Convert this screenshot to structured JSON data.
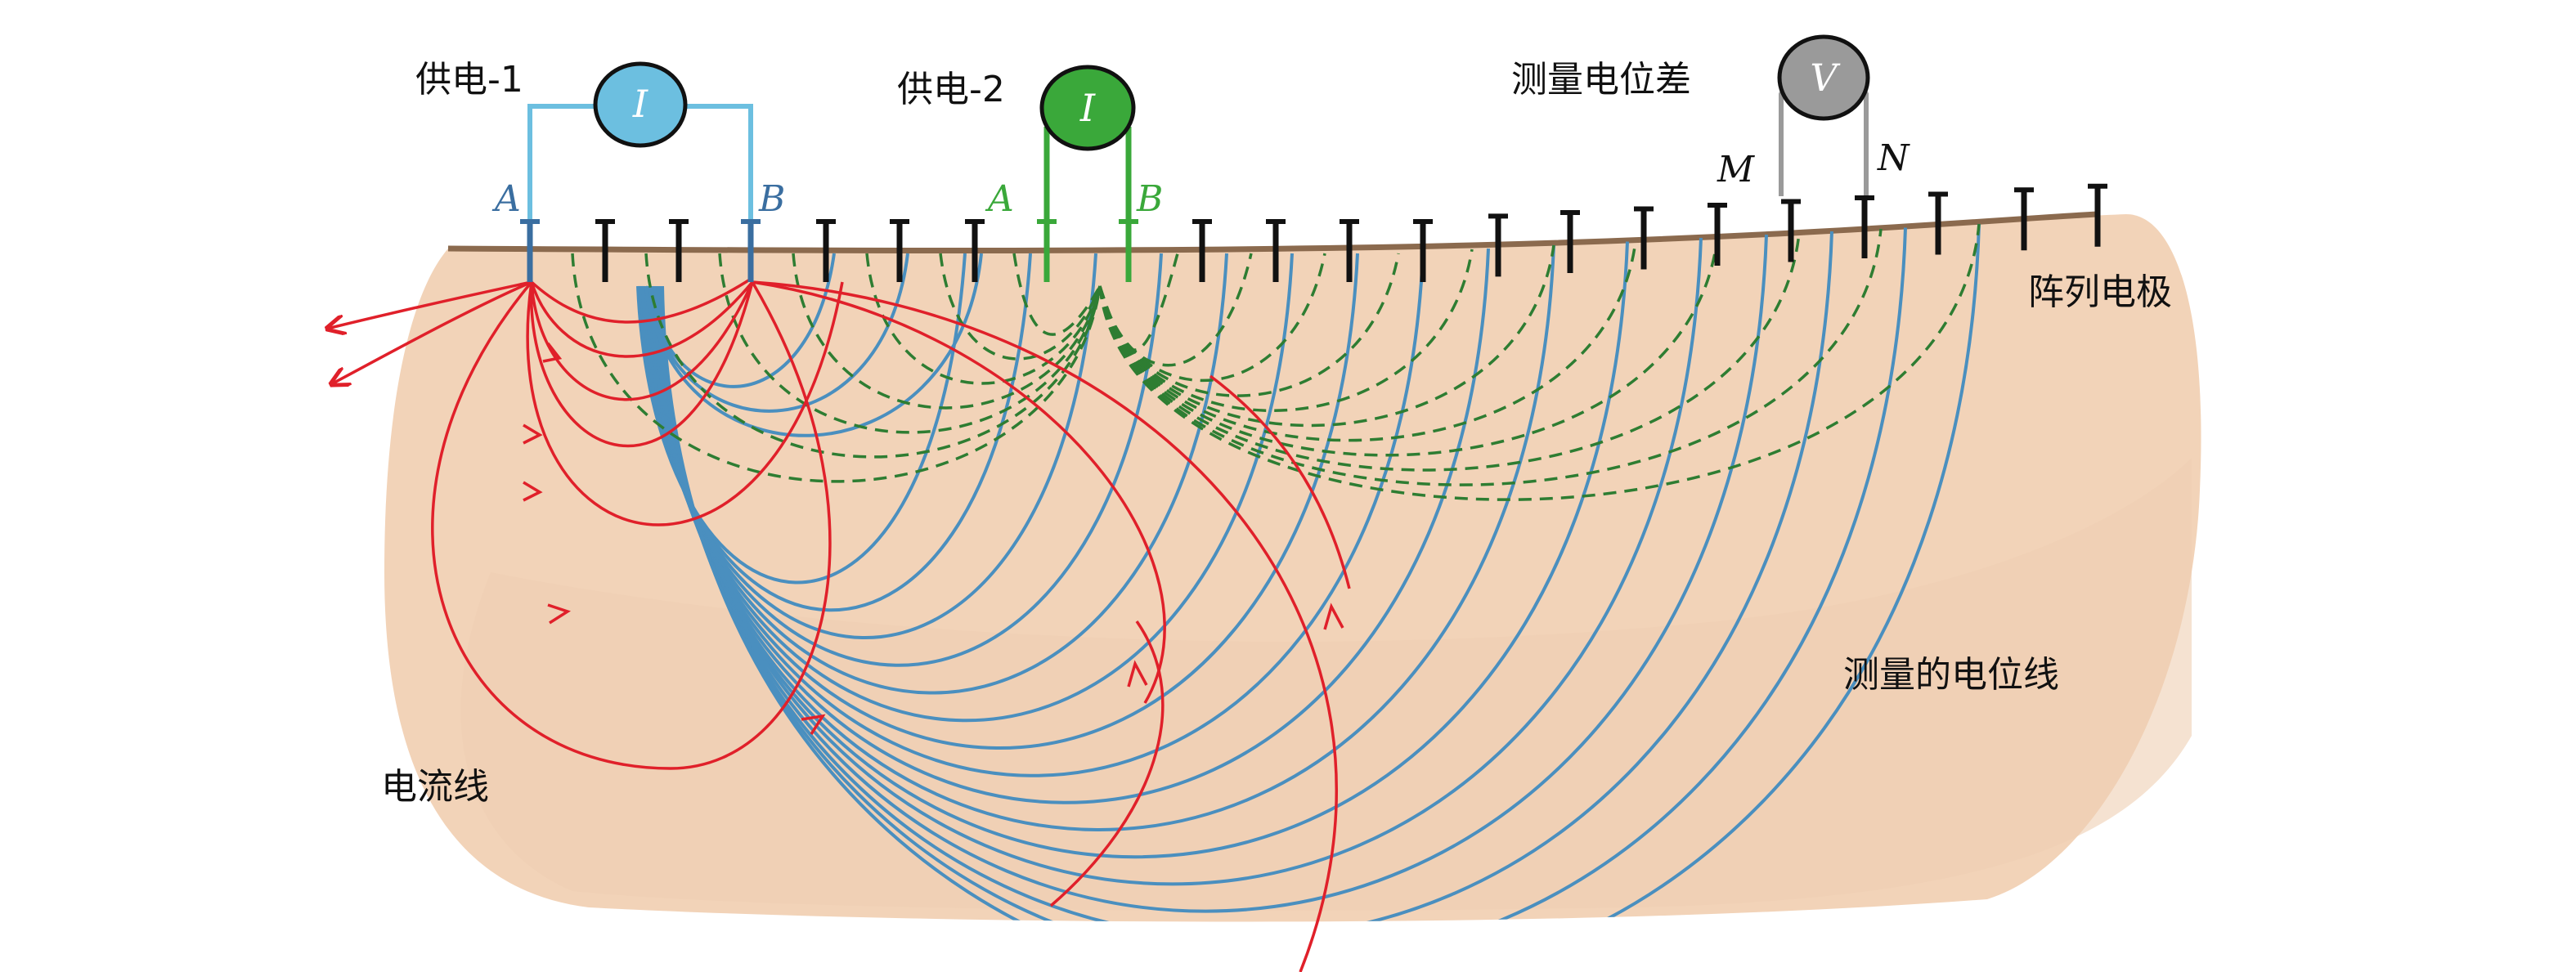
{
  "labels": {
    "supply1": "供电-1",
    "supply2": "供电-2",
    "measure": "测量电位差",
    "electrodes": "阵列电极",
    "equipotential": "测量的电位线",
    "current": "电流线"
  },
  "meters": {
    "m1": "I",
    "m2": "I",
    "m3": "V"
  },
  "terminals": {
    "a1": "A",
    "b1": "B",
    "a2": "A",
    "b2": "B",
    "m": "M",
    "n": "N"
  },
  "colors": {
    "soil": "#f2d3b8",
    "ground_line": "#8b6a4e",
    "electrode": "#111111",
    "supply1": "#6cbfe0",
    "supply2": "#3aa83a",
    "measure": "#9a9a9a",
    "current_line": "#e0202a",
    "equipotential_blue": "#4a8fbf",
    "equipotential_green": "#2e7d32",
    "label_blue": "#3a6ea0"
  }
}
